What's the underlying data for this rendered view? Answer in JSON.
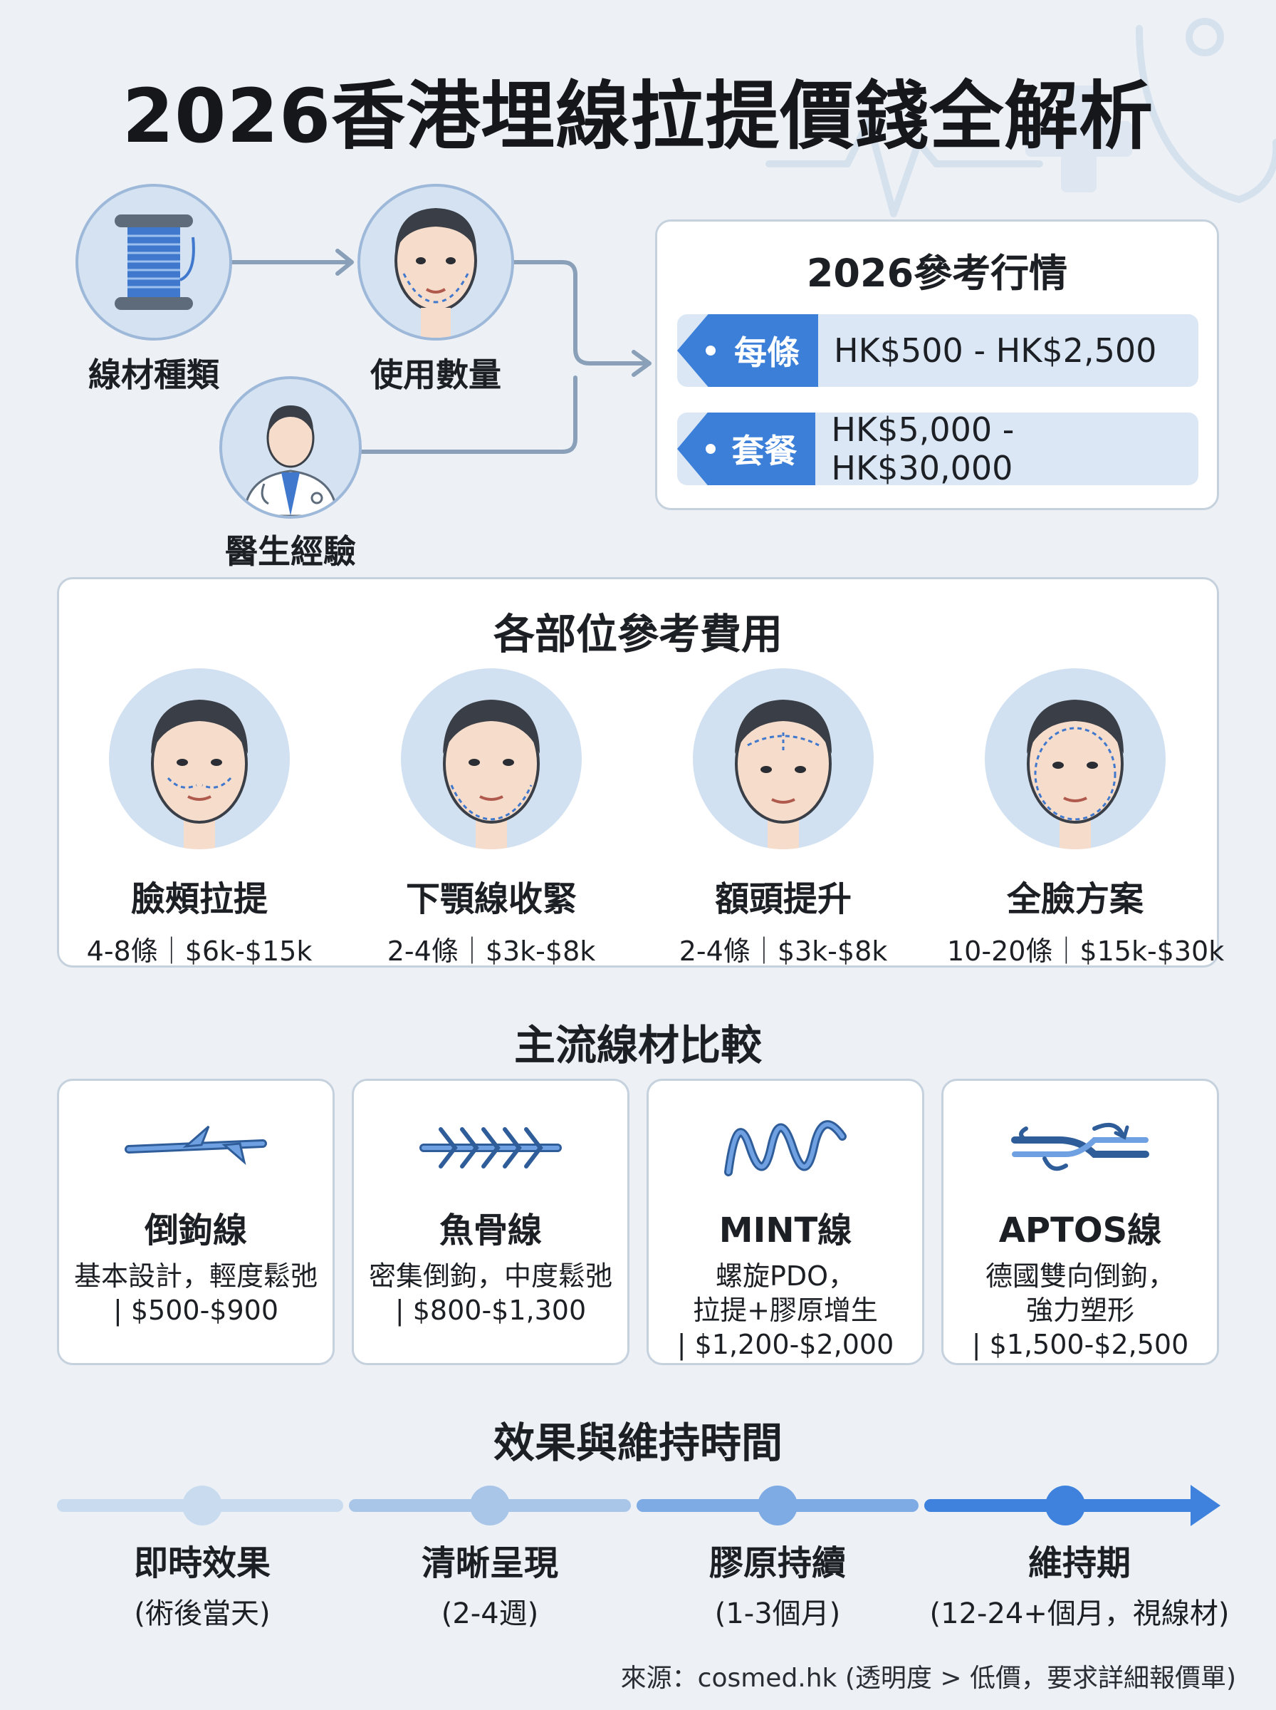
{
  "title": "2026香港埋線拉提價錢全解析",
  "factors": [
    {
      "label": "線材種類",
      "icon": "thread-spool-icon"
    },
    {
      "label": "使用數量",
      "icon": "face-outline-icon"
    },
    {
      "label": "醫生經驗",
      "icon": "doctor-icon"
    }
  ],
  "reference": {
    "title": "2026參考行情",
    "rows": [
      {
        "tag": "每條",
        "value": "HK$500 - HK$2,500"
      },
      {
        "tag": "套餐",
        "value": "HK$5,000 - HK$30,000"
      }
    ]
  },
  "areas": {
    "title": "各部位參考費用",
    "items": [
      {
        "name": "臉頰拉提",
        "info": "4-8條｜$6k-$15k"
      },
      {
        "name": "下顎線收緊",
        "info": "2-4條｜$3k-$8k"
      },
      {
        "name": "額頭提升",
        "info": "2-4條｜$3k-$8k"
      },
      {
        "name": "全臉方案",
        "info": "10-20條｜$15k-$30k"
      }
    ]
  },
  "threads": {
    "title": "主流線材比較",
    "items": [
      {
        "name": "倒鉤線",
        "desc": [
          "基本設計，輕度鬆弛",
          "| $500-$900"
        ],
        "icon": "barb-thread-icon"
      },
      {
        "name": "魚骨線",
        "desc": [
          "密集倒鉤，中度鬆弛",
          "| $800-$1,300"
        ],
        "icon": "fishbone-thread-icon"
      },
      {
        "name": "MINT線",
        "desc": [
          "螺旋PDO，",
          "拉提+膠原增生",
          "| $1,200-$2,000"
        ],
        "icon": "spiral-thread-icon"
      },
      {
        "name": "APTOS線",
        "desc": [
          "德國雙向倒鉤，",
          "強力塑形",
          "| $1,500-$2,500"
        ],
        "icon": "bidirectional-thread-icon"
      }
    ]
  },
  "timeline": {
    "title": "效果與維持時間",
    "stages": [
      {
        "name": "即時效果",
        "sub": "(術後當天)"
      },
      {
        "name": "清晰呈現",
        "sub": "(2-4週)"
      },
      {
        "name": "膠原持續",
        "sub": "(1-3個月)"
      },
      {
        "name": "維持期",
        "sub": "(12-24+個月，視線材)"
      }
    ],
    "colors": [
      "#c9dbef",
      "#a9c6e9",
      "#7eabe4",
      "#3f82de"
    ]
  },
  "source": "來源：cosmed.hk (透明度 > 低價，要求詳細報價單)"
}
